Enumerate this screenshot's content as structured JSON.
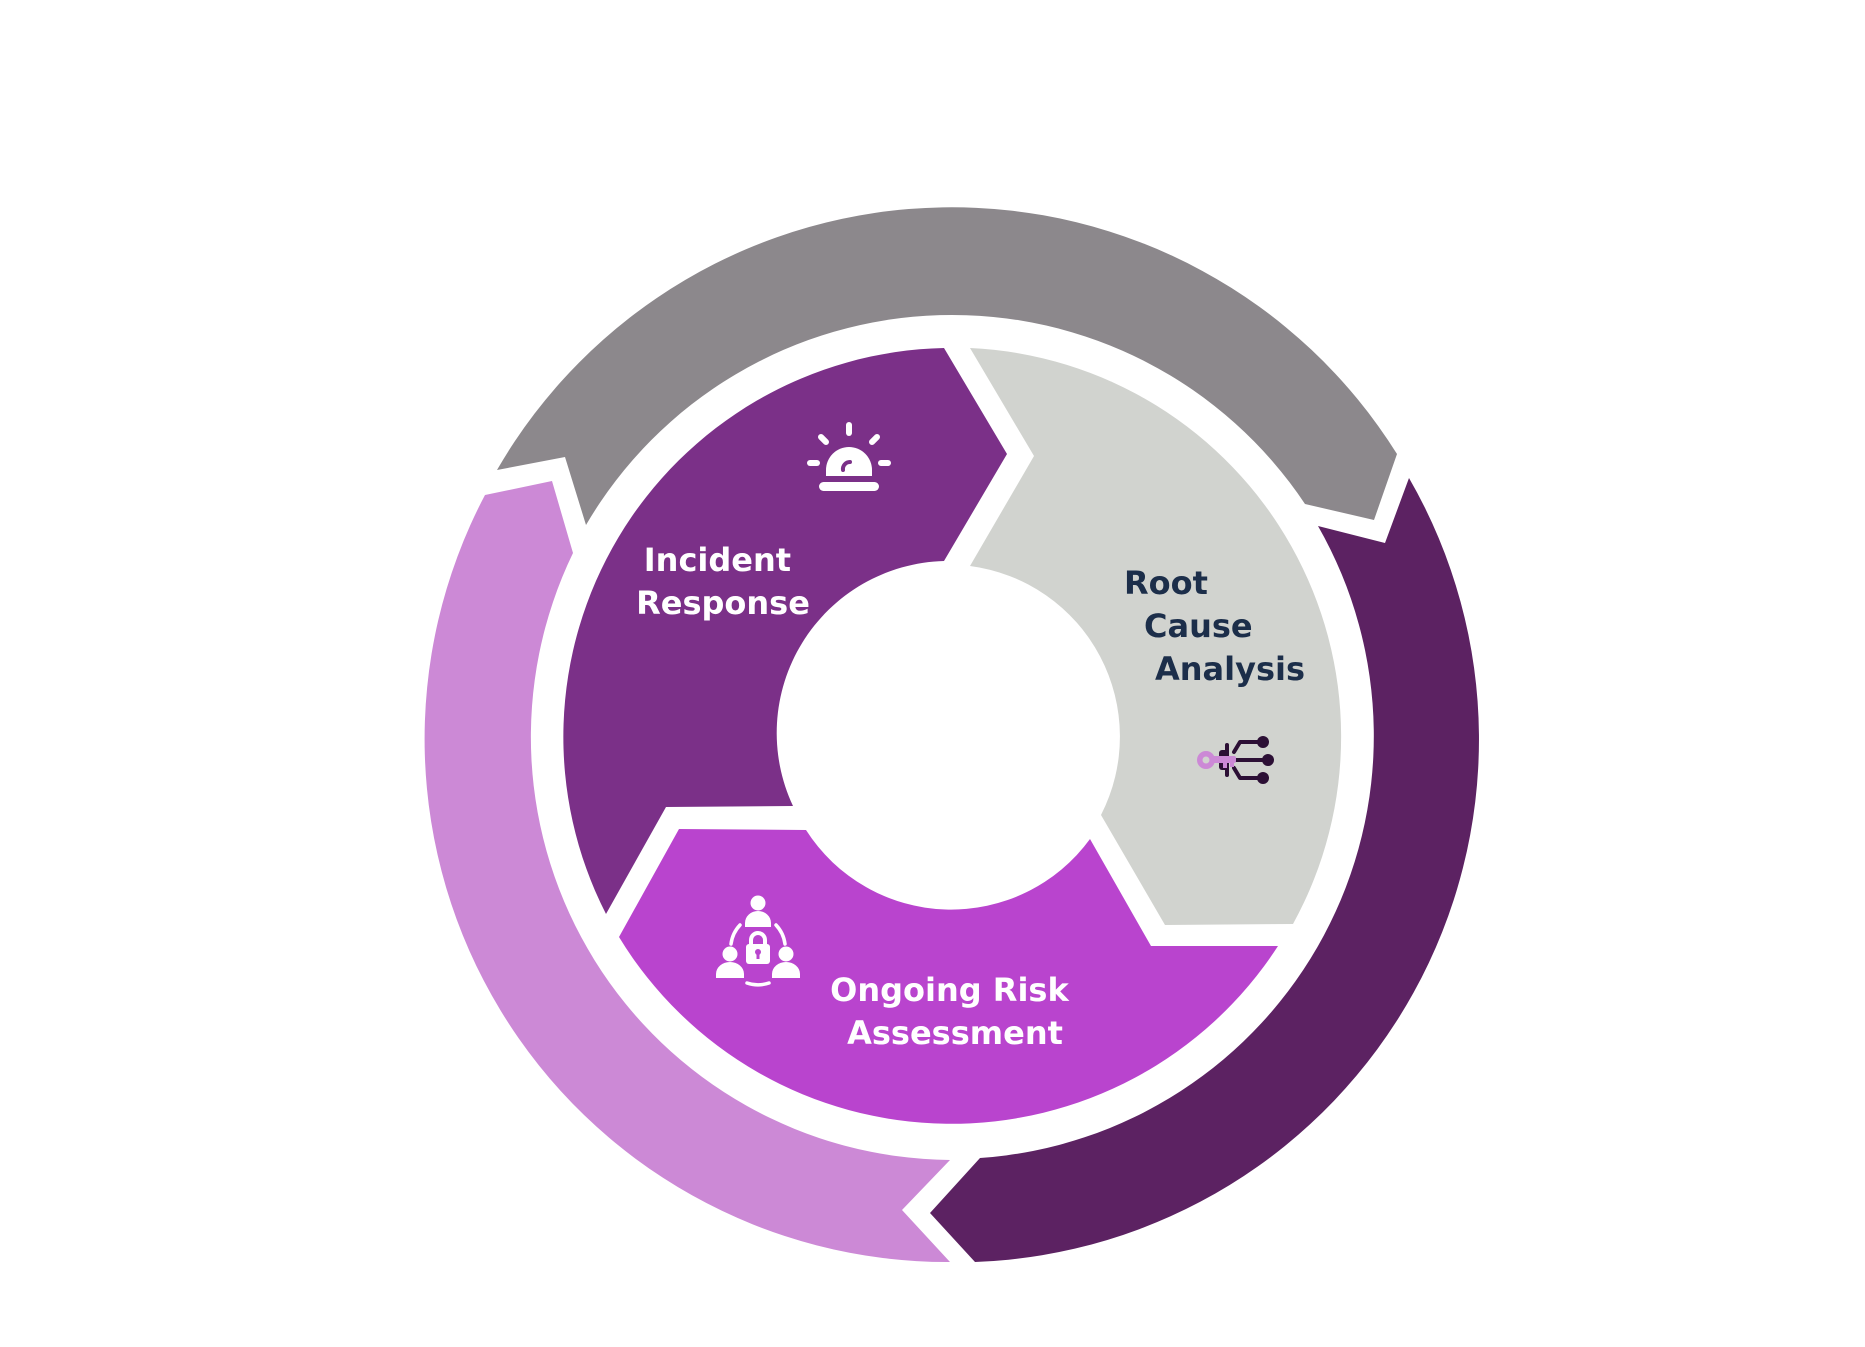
{
  "diagram": {
    "segments": [
      {
        "id": "incident-response",
        "lines": [
          "Incident",
          "Response"
        ],
        "fill": "#7b3088",
        "text_color": "#ffffff",
        "icon": "siren-icon"
      },
      {
        "id": "root-cause-analysis",
        "lines": [
          "Root",
          "Cause",
          "Analysis"
        ],
        "fill": "#d1d3cf",
        "text_color": "#1c2e4a",
        "icon": "key-network-icon"
      },
      {
        "id": "ongoing-risk-assessment",
        "lines": [
          "Ongoing Risk",
          "Assessment"
        ],
        "fill": "#b944ce",
        "text_color": "#ffffff",
        "icon": "team-lock-icon"
      }
    ],
    "outer_arrows": [
      {
        "id": "top-arrow",
        "fill": "#8c888c"
      },
      {
        "id": "right-arrow",
        "fill": "#5c2262"
      },
      {
        "id": "left-arrow",
        "fill": "#cc89d6"
      }
    ],
    "icon_colors": {
      "dark": "#2c0f35",
      "key": "#cc89d6"
    }
  }
}
